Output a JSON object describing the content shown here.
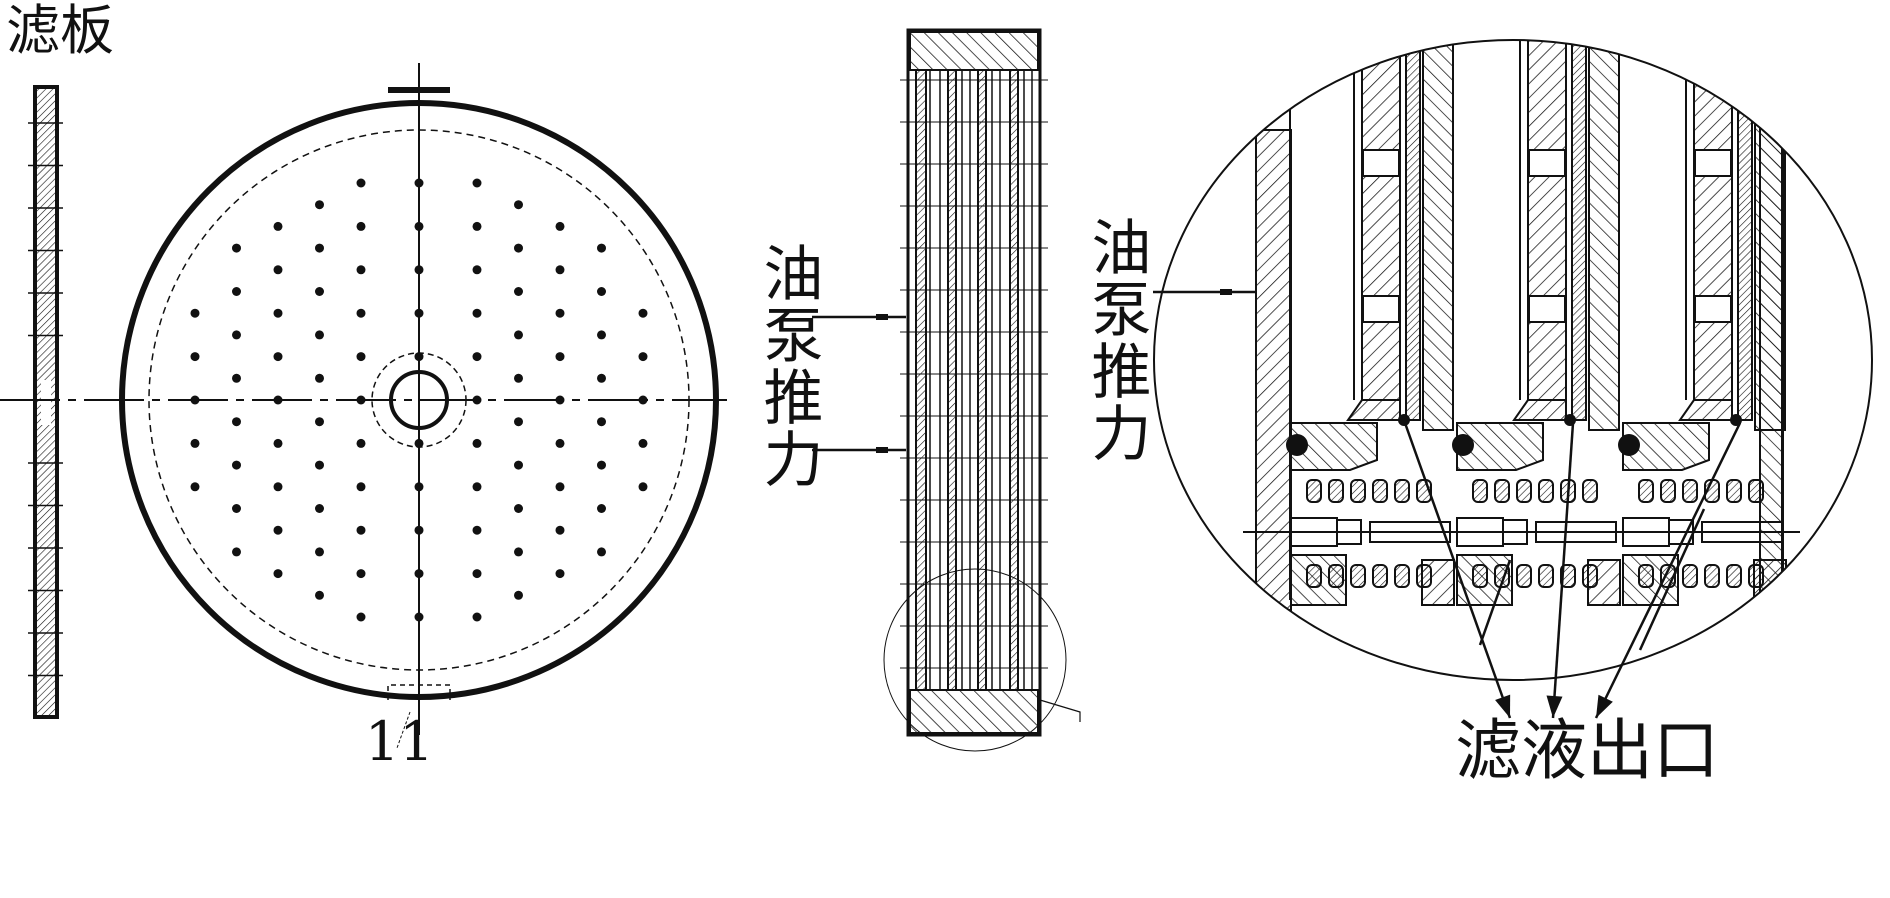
{
  "labels": {
    "filter_plate": "滤板",
    "part_number": "11",
    "pump_thrust_middle": "油泵推力",
    "pump_thrust_detail": "油泵推力",
    "filtrate_outlet": "滤液出口"
  },
  "colors": {
    "ink": "#111111",
    "background": "#ffffff"
  }
}
